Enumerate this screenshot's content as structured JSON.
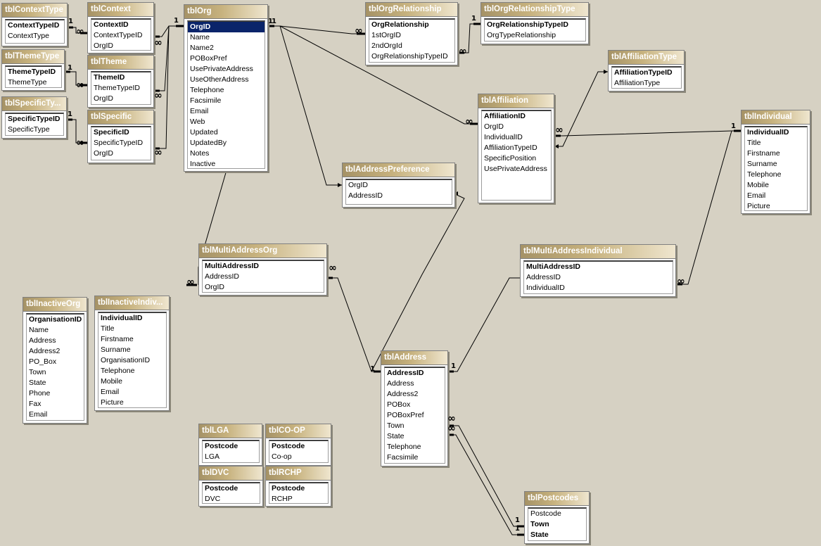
{
  "tables": [
    {
      "id": "tblContextType",
      "title": "tblContextType",
      "fields": [
        {
          "name": "ContextTypeID",
          "pk": true
        },
        {
          "name": "ContextType"
        }
      ]
    },
    {
      "id": "tblContext",
      "title": "tblContext",
      "fields": [
        {
          "name": "ContextID",
          "pk": true
        },
        {
          "name": "ContextTypeID"
        },
        {
          "name": "OrgID"
        }
      ]
    },
    {
      "id": "tblOrg",
      "title": "tblOrg",
      "fields": [
        {
          "name": "OrgID",
          "pk": true,
          "selected": true
        },
        {
          "name": "Name"
        },
        {
          "name": "Name2"
        },
        {
          "name": "POBoxPref"
        },
        {
          "name": "UsePrivateAddress"
        },
        {
          "name": "UseOtherAddress"
        },
        {
          "name": "Telephone"
        },
        {
          "name": "Facsimile"
        },
        {
          "name": "Email"
        },
        {
          "name": "Web"
        },
        {
          "name": "Updated"
        },
        {
          "name": "UpdatedBy"
        },
        {
          "name": "Notes"
        },
        {
          "name": "Inactive"
        }
      ]
    },
    {
      "id": "tblOrgRelationship",
      "title": "tblOrgRelationship",
      "fields": [
        {
          "name": "OrgRelationship",
          "pk": true
        },
        {
          "name": "1stOrgID"
        },
        {
          "name": "2ndOrgId"
        },
        {
          "name": "OrgRelationshipTypeID"
        }
      ]
    },
    {
      "id": "tblOrgRelationshipType",
      "title": "tblOrgRelationshipType",
      "fields": [
        {
          "name": "OrgRelationshipTypeID",
          "pk": true
        },
        {
          "name": "OrgTypeRelationship"
        }
      ]
    },
    {
      "id": "tblThemeType",
      "title": "tblThemeType",
      "fields": [
        {
          "name": "ThemeTypeID",
          "pk": true
        },
        {
          "name": "ThemeType"
        }
      ]
    },
    {
      "id": "tblTheme",
      "title": "tblTheme",
      "fields": [
        {
          "name": "ThemeID",
          "pk": true
        },
        {
          "name": "ThemeTypeID"
        },
        {
          "name": "OrgID"
        }
      ]
    },
    {
      "id": "tblAffiliationType",
      "title": "tblAffiliationType",
      "fields": [
        {
          "name": "AffiliationTypeID",
          "pk": true
        },
        {
          "name": "AffiliationType"
        }
      ]
    },
    {
      "id": "tblSpecificType",
      "title": "tblSpecificTy...",
      "fields": [
        {
          "name": "SpecificTypeID",
          "pk": true
        },
        {
          "name": "SpecificType"
        }
      ]
    },
    {
      "id": "tblSpecific",
      "title": "tblSpecific",
      "fields": [
        {
          "name": "SpecificID",
          "pk": true
        },
        {
          "name": "SpecificTypeID"
        },
        {
          "name": "OrgID"
        }
      ]
    },
    {
      "id": "tblAffiliation",
      "title": "tblAffiliation",
      "fields": [
        {
          "name": "AffiliationID",
          "pk": true
        },
        {
          "name": "OrgID"
        },
        {
          "name": "IndividualID"
        },
        {
          "name": "AffiliationTypeID"
        },
        {
          "name": "SpecificPosition"
        },
        {
          "name": "UsePrivateAddress"
        }
      ]
    },
    {
      "id": "tblIndividual",
      "title": "tblIndividual",
      "fields": [
        {
          "name": "IndividualID",
          "pk": true
        },
        {
          "name": "Title"
        },
        {
          "name": "Firstname"
        },
        {
          "name": "Surname"
        },
        {
          "name": "Telephone"
        },
        {
          "name": "Mobile"
        },
        {
          "name": "Email"
        },
        {
          "name": "Picture"
        }
      ]
    },
    {
      "id": "tblAddressPreference",
      "title": "tblAddressPreference",
      "fields": [
        {
          "name": "OrgID"
        },
        {
          "name": "AddressID"
        }
      ]
    },
    {
      "id": "tblMultiAddressOrg",
      "title": "tblMultiAddressOrg",
      "fields": [
        {
          "name": "MultiAddressID",
          "pk": true
        },
        {
          "name": "AddressID"
        },
        {
          "name": "OrgID"
        }
      ]
    },
    {
      "id": "tblMultiAddressIndividual",
      "title": "tblMultiAddressIndividual",
      "fields": [
        {
          "name": "MultiAddressID",
          "pk": true
        },
        {
          "name": "AddressID"
        },
        {
          "name": "IndividualID"
        }
      ]
    },
    {
      "id": "tblInactiveOrg",
      "title": "tblInactiveOrg",
      "fields": [
        {
          "name": "OrganisationID",
          "pk": true
        },
        {
          "name": "Name"
        },
        {
          "name": "Address"
        },
        {
          "name": "Address2"
        },
        {
          "name": "PO_Box"
        },
        {
          "name": "Town"
        },
        {
          "name": "State"
        },
        {
          "name": "Phone"
        },
        {
          "name": "Fax"
        },
        {
          "name": "Email"
        }
      ]
    },
    {
      "id": "tblInactiveIndividual",
      "title": "tblInactiveIndiv...",
      "fields": [
        {
          "name": "IndividualID",
          "pk": true
        },
        {
          "name": "Title"
        },
        {
          "name": "Firstname"
        },
        {
          "name": "Surname"
        },
        {
          "name": "OrganisationID"
        },
        {
          "name": "Telephone"
        },
        {
          "name": "Mobile"
        },
        {
          "name": "Email"
        },
        {
          "name": "Picture"
        }
      ]
    },
    {
      "id": "tblAddress",
      "title": "tblAddress",
      "fields": [
        {
          "name": "AddressID",
          "pk": true
        },
        {
          "name": "Address"
        },
        {
          "name": "Address2"
        },
        {
          "name": "POBox"
        },
        {
          "name": "POBoxPref"
        },
        {
          "name": "Town"
        },
        {
          "name": "State"
        },
        {
          "name": "Telephone"
        },
        {
          "name": "Facsimile"
        }
      ]
    },
    {
      "id": "tblLGA",
      "title": "tblLGA",
      "fields": [
        {
          "name": "Postcode",
          "pk": true
        },
        {
          "name": "LGA"
        }
      ]
    },
    {
      "id": "tblCOOP",
      "title": "tblCO-OP",
      "fields": [
        {
          "name": "Postcode",
          "pk": true
        },
        {
          "name": "Co-op"
        }
      ]
    },
    {
      "id": "tblDVC",
      "title": "tblDVC",
      "fields": [
        {
          "name": "Postcode",
          "pk": true
        },
        {
          "name": "DVC"
        }
      ]
    },
    {
      "id": "tblRCHP",
      "title": "tblRCHP",
      "fields": [
        {
          "name": "Postcode",
          "pk": true
        },
        {
          "name": "RCHP"
        }
      ]
    },
    {
      "id": "tblPostcodes",
      "title": "tblPostcodes",
      "fields": [
        {
          "name": "Postcode"
        },
        {
          "name": "Town",
          "pk": true
        },
        {
          "name": "State",
          "pk": true
        }
      ]
    }
  ],
  "relationships": [
    {
      "from": "tblContextType",
      "to": "tblContext",
      "one": "1",
      "many": "∞"
    },
    {
      "from": "tblOrg",
      "to": "tblContext",
      "one": "1",
      "many": "∞"
    },
    {
      "from": "tblThemeType",
      "to": "tblTheme",
      "one": "1",
      "many": "∞"
    },
    {
      "from": "tblOrg",
      "to": "tblTheme",
      "one": "1",
      "many": "∞"
    },
    {
      "from": "tblSpecificType",
      "to": "tblSpecific",
      "one": "1",
      "many": "∞"
    },
    {
      "from": "tblOrg",
      "to": "tblSpecific",
      "one": "1",
      "many": "∞"
    },
    {
      "from": "tblOrg",
      "to": "tblOrgRelationship",
      "one": "1",
      "many": "∞"
    },
    {
      "from": "tblOrgRelationshipType",
      "to": "tblOrgRelationship",
      "one": "1",
      "many": "∞"
    },
    {
      "from": "tblOrg",
      "to": "tblAffiliation",
      "one": "1",
      "many": "∞"
    },
    {
      "from": "tblIndividual",
      "to": "tblAffiliation",
      "one": "1",
      "many": "∞"
    },
    {
      "from": "tblAffiliationType",
      "to": "tblAffiliation"
    },
    {
      "from": "tblOrg",
      "to": "tblAddressPreference"
    },
    {
      "from": "tblOrg",
      "to": "tblMultiAddressOrg",
      "many": "∞"
    },
    {
      "from": "tblAddress",
      "to": "tblMultiAddressOrg",
      "one": "1",
      "many": "∞"
    },
    {
      "from": "tblAddress",
      "to": "tblMultiAddressIndividual",
      "one": "1"
    },
    {
      "from": "tblIndividual",
      "to": "tblMultiAddressIndividual",
      "many": "∞"
    },
    {
      "from": "tblAddress",
      "to": "tblAddressPreference"
    },
    {
      "from": "tblPostcodes",
      "to": "tblAddress",
      "one": "1",
      "many": "∞"
    },
    {
      "from": "tblPostcodes",
      "to": "tblAddress",
      "one": "1",
      "many": "∞"
    }
  ]
}
